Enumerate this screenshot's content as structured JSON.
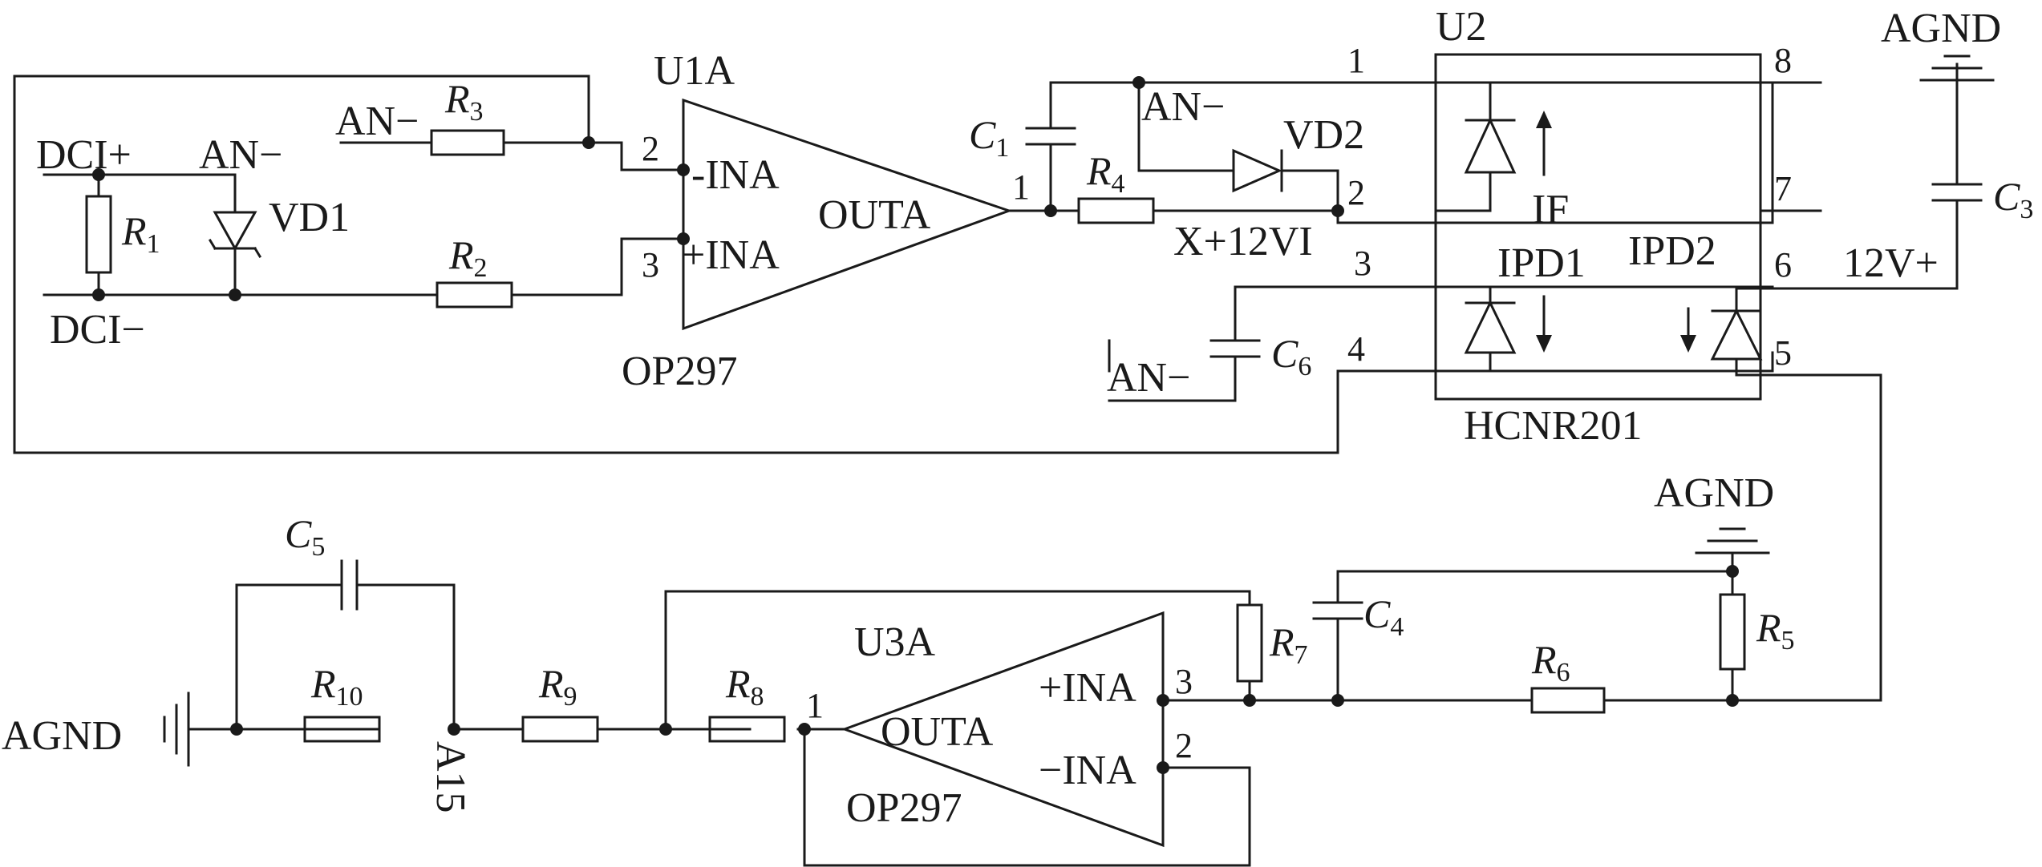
{
  "chips": {
    "u1a": {
      "name": "U1A",
      "part": "OP297",
      "in_neg": "-INA",
      "in_pos": "+INA",
      "out": "OUTA",
      "pin_neg": "2",
      "pin_pos": "3",
      "pin_out": "1"
    },
    "u3a": {
      "name": "U3A",
      "part": "OP297",
      "in_pos": "+INA",
      "in_neg": "−INA",
      "out": "OUTA",
      "pin_pos": "3",
      "pin_neg": "2",
      "pin_out": "1"
    },
    "u2": {
      "name": "U2",
      "part": "HCNR201",
      "pins": [
        "1",
        "2",
        "3",
        "4",
        "5",
        "6",
        "7",
        "8"
      ],
      "if_label": "IF",
      "ipd1_label": "IPD1",
      "ipd2_label": "IPD2"
    }
  },
  "components": {
    "r1": {
      "letter": "R",
      "sub": "1"
    },
    "r2": {
      "letter": "R",
      "sub": "2"
    },
    "r3": {
      "letter": "R",
      "sub": "3"
    },
    "r4": {
      "letter": "R",
      "sub": "4"
    },
    "r5": {
      "letter": "R",
      "sub": "5"
    },
    "r6": {
      "letter": "R",
      "sub": "6"
    },
    "r7": {
      "letter": "R",
      "sub": "7"
    },
    "r8": {
      "letter": "R",
      "sub": "8"
    },
    "r9": {
      "letter": "R",
      "sub": "9"
    },
    "r10": {
      "letter": "R",
      "sub": "10"
    },
    "c1": {
      "letter": "C",
      "sub": "1"
    },
    "c3": {
      "letter": "C",
      "sub": "3"
    },
    "c4": {
      "letter": "C",
      "sub": "4"
    },
    "c5": {
      "letter": "C",
      "sub": "5"
    },
    "c6": {
      "letter": "C",
      "sub": "6"
    },
    "vd1": "VD1",
    "vd2": "VD2"
  },
  "nets": {
    "dci_pos": "DCI+",
    "dci_neg": "DCI−",
    "an_neg_vd1": "AN−",
    "an_neg_r3": "AN−",
    "an_neg_vd2": "AN−",
    "an_neg_c6": "AN−",
    "x12vi": "X+12VI",
    "agnd_c3": "AGND",
    "agnd_r5": "AGND",
    "agnd_out": "AGND",
    "v12_pos": "12V+",
    "a15": "A15"
  }
}
